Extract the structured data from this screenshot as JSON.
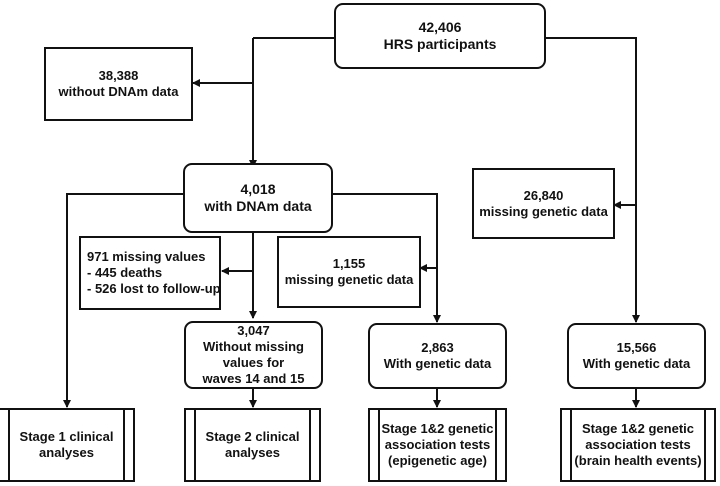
{
  "nodes": {
    "hrs": {
      "lines": [
        "42,406",
        "HRS participants"
      ]
    },
    "no_dnam": {
      "lines": [
        "38,388",
        "without DNAm data"
      ]
    },
    "dnam": {
      "lines": [
        "4,018",
        "with DNAm data"
      ]
    },
    "missing_genetic_right": {
      "lines": [
        "26,840",
        "missing genetic data"
      ]
    },
    "missing_values": {
      "lines": [
        "971 missing values",
        "- 445 deaths",
        "- 526 lost to follow-up"
      ]
    },
    "missing_genetic_mid": {
      "lines": [
        "1,155",
        "missing genetic data"
      ]
    },
    "complete_waves": {
      "lines": [
        "3,047",
        "Without missing",
        "values for",
        "waves 14 and 15"
      ]
    },
    "genetic_2863": {
      "lines": [
        "2,863",
        "With genetic data"
      ]
    },
    "genetic_15566": {
      "lines": [
        "15,566",
        "With genetic data"
      ]
    },
    "stage1_clinical": {
      "lines": [
        "Stage 1 clinical",
        "analyses"
      ]
    },
    "stage2_clinical": {
      "lines": [
        "Stage 2 clinical",
        "analyses"
      ]
    },
    "stage12_epigenetic": {
      "lines": [
        "Stage 1&2 genetic",
        "association tests",
        "(epigenetic age)"
      ]
    },
    "stage12_brain": {
      "lines": [
        "Stage 1&2 genetic",
        "association tests",
        "(brain health events)"
      ]
    }
  },
  "colors": {
    "line": "#111111",
    "background": "#ffffff"
  }
}
